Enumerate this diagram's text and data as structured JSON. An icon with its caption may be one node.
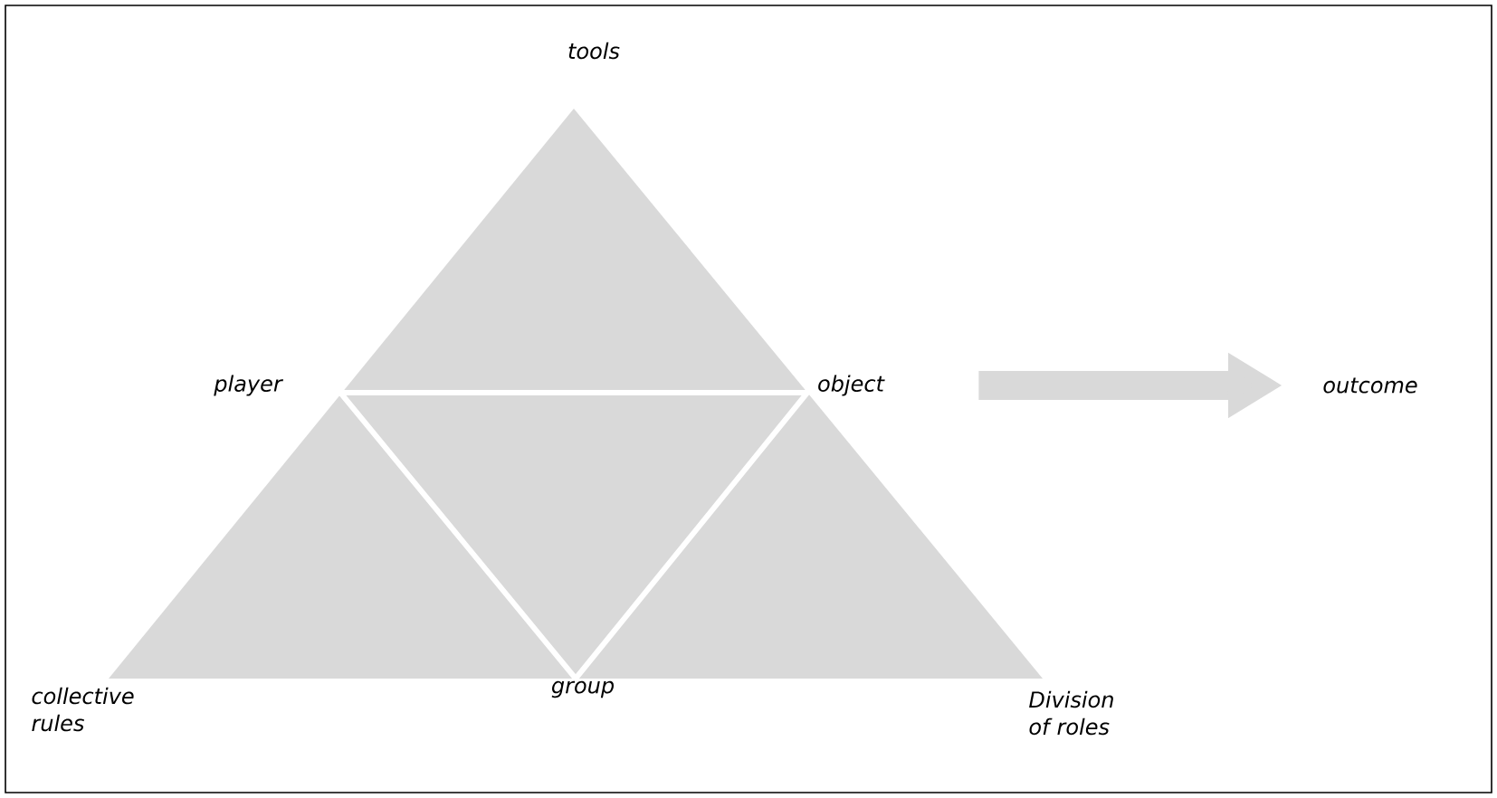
{
  "diagram": {
    "nodes": [
      {
        "text": [
          "tools"
        ]
      },
      {
        "text": [
          "player"
        ]
      },
      {
        "text": [
          "object"
        ]
      },
      {
        "text": [
          "outcome"
        ]
      },
      {
        "text": [
          "collective rules"
        ]
      },
      {
        "text": [
          "group"
        ]
      },
      {
        "text": [
          "Division of roles"
        ]
      }
    ],
    "edges": [
      {
        "from": 2,
        "to": 3,
        "arrow": "to",
        "color": "#d9d9d9"
      }
    ]
  }
}
